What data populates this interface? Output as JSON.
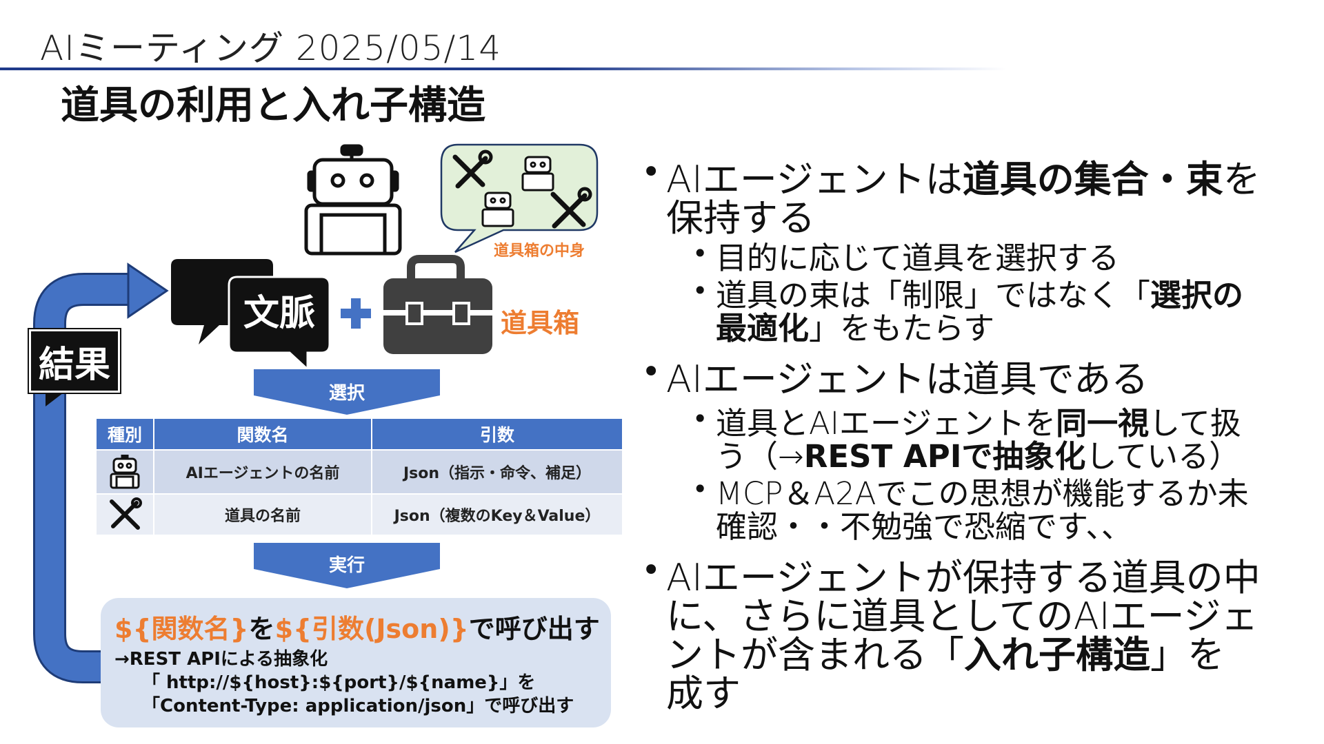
{
  "header": {
    "text": "AIミーティング 2025/05/14"
  },
  "slide_title": "道具の利用と入れ子構造",
  "diagram": {
    "bubble_caption": "道具箱の中身",
    "context_label": "文脈",
    "toolbox_label": "道具箱",
    "result_label": "結果",
    "select_label": "選択",
    "execute_label": "実行",
    "table": {
      "headers": [
        "種別",
        "関数名",
        "引数"
      ],
      "rows": [
        {
          "kind_icon": "robot-icon",
          "function_name": "AIエージェントの名前",
          "args": "Json（指示・命令、補足）"
        },
        {
          "kind_icon": "tools-icon",
          "function_name": "道具の名前",
          "args": "Json（複数のKey＆Value）"
        }
      ]
    },
    "call": {
      "part1": "${関数名}",
      "part2": "を",
      "part3": "${引数(Json)}",
      "part4": "で呼び出す",
      "line1": "→REST APIによる抽象化",
      "line2": "「 http://${host}:${port}/${name}」を",
      "line3": "「Content-Type: application/json」で呼び出す"
    },
    "colors": {
      "accent_orange": "#ed7d31",
      "chevron_blue": "#4472c4",
      "table_row1": "#cfd8ea",
      "table_row2": "#e9edf5",
      "call_box": "#d9e2f1",
      "bubble_fill": "#e2f0d9"
    }
  },
  "bullets": {
    "b1": {
      "pre": "AIエージェントは",
      "strong1": "道具の集合・束",
      "post": "を",
      "line2": "保持する"
    },
    "b1_1": "目的に応じて道具を選択する",
    "b1_2": {
      "pre": "道具の束は「制限」ではなく「",
      "strong": "選択の",
      "line2_strong": "最適化",
      "line2_post": "」をもたらす"
    },
    "b2": "AIエージェントは道具である",
    "b2_1": {
      "pre": "道具とAIエージェントを",
      "strong": "同一視",
      "post": "して扱",
      "line2_pre": "う（→",
      "line2_strong": "REST APIで抽象化",
      "line2_post": "している）"
    },
    "b2_2": {
      "line1": "MCP＆A2Aでこの思想が機能するか未",
      "line2": "確認・・不勉強で恐縮です、、"
    },
    "b3": {
      "line1": "AIエージェントが保持する道具の中",
      "line2": "に、さらに道具としてのAIエージェ",
      "line3_pre": "ントが含まれる「",
      "line3_strong": "入れ子構造",
      "line3_post": "」を",
      "line4": "成す"
    }
  }
}
